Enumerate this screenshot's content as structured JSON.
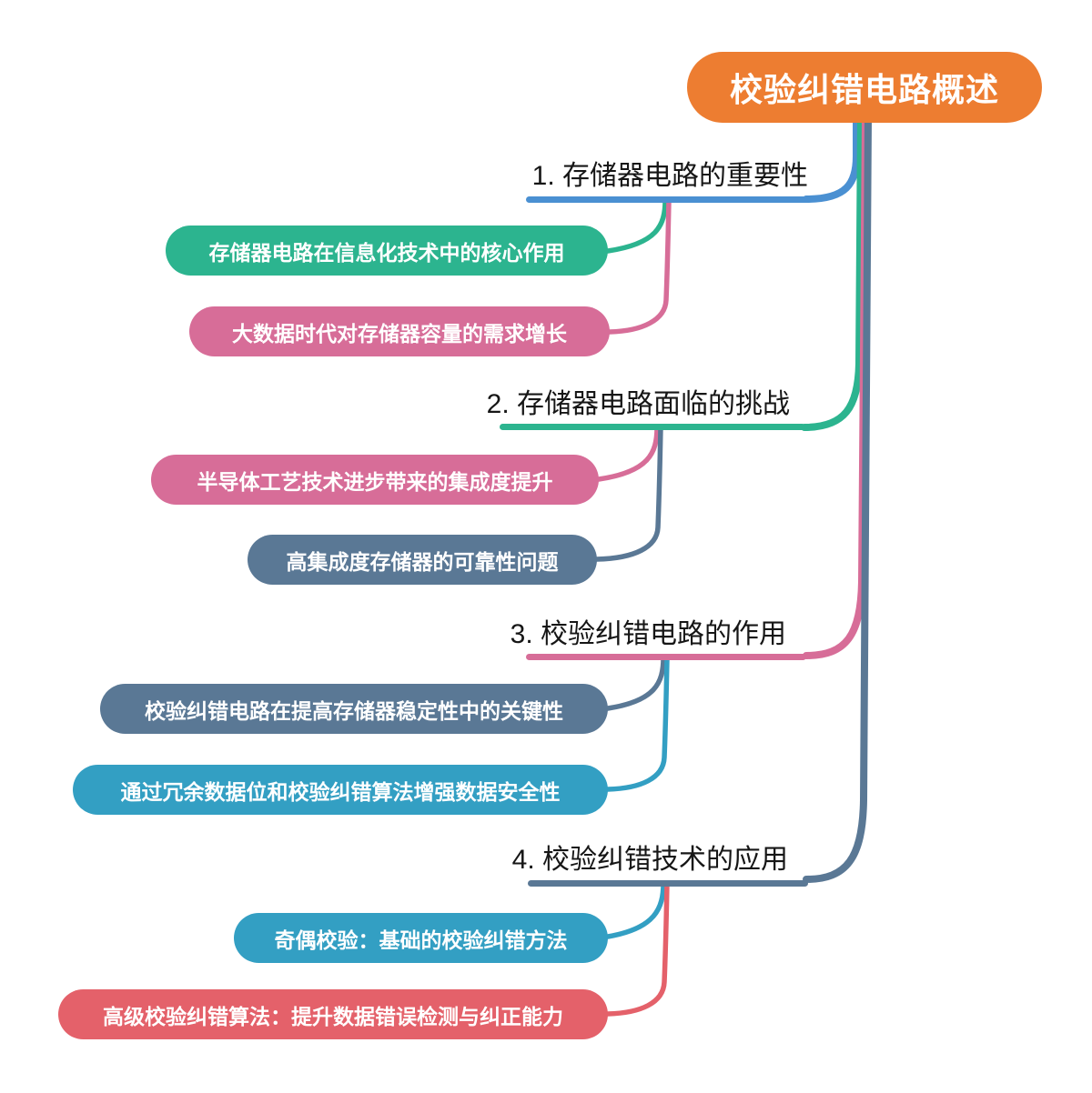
{
  "root": {
    "label": "校验纠错电路概述",
    "color": "#ED7D31"
  },
  "branches": [
    {
      "label": "1. 存储器电路的重要性",
      "color": "#4A90D2",
      "children": [
        {
          "label": "存储器电路在信息化技术中的核心作用",
          "color": "#2CB48F"
        },
        {
          "label": "大数据时代对存储器容量的需求增长",
          "color": "#D76D98"
        }
      ]
    },
    {
      "label": "2. 存储器电路面临的挑战",
      "color": "#2CB48F",
      "children": [
        {
          "label": "半导体工艺技术进步带来的集成度提升",
          "color": "#D76D98"
        },
        {
          "label": "高集成度存储器的可靠性问题",
          "color": "#5A7895"
        }
      ]
    },
    {
      "label": "3. 校验纠错电路的作用",
      "color": "#D76D98",
      "children": [
        {
          "label": "校验纠错电路在提高存储器稳定性中的关键性",
          "color": "#5A7895"
        },
        {
          "label": "通过冗余数据位和校验纠错算法增强数据安全性",
          "color": "#339FC3"
        }
      ]
    },
    {
      "label": "4. 校验纠错技术的应用",
      "color": "#5A7895",
      "children": [
        {
          "label": "奇偶校验：基础的校验纠错方法",
          "color": "#339FC3"
        },
        {
          "label": "高级校验纠错算法：提升数据错误检测与纠正能力",
          "color": "#E4616A"
        }
      ]
    }
  ]
}
